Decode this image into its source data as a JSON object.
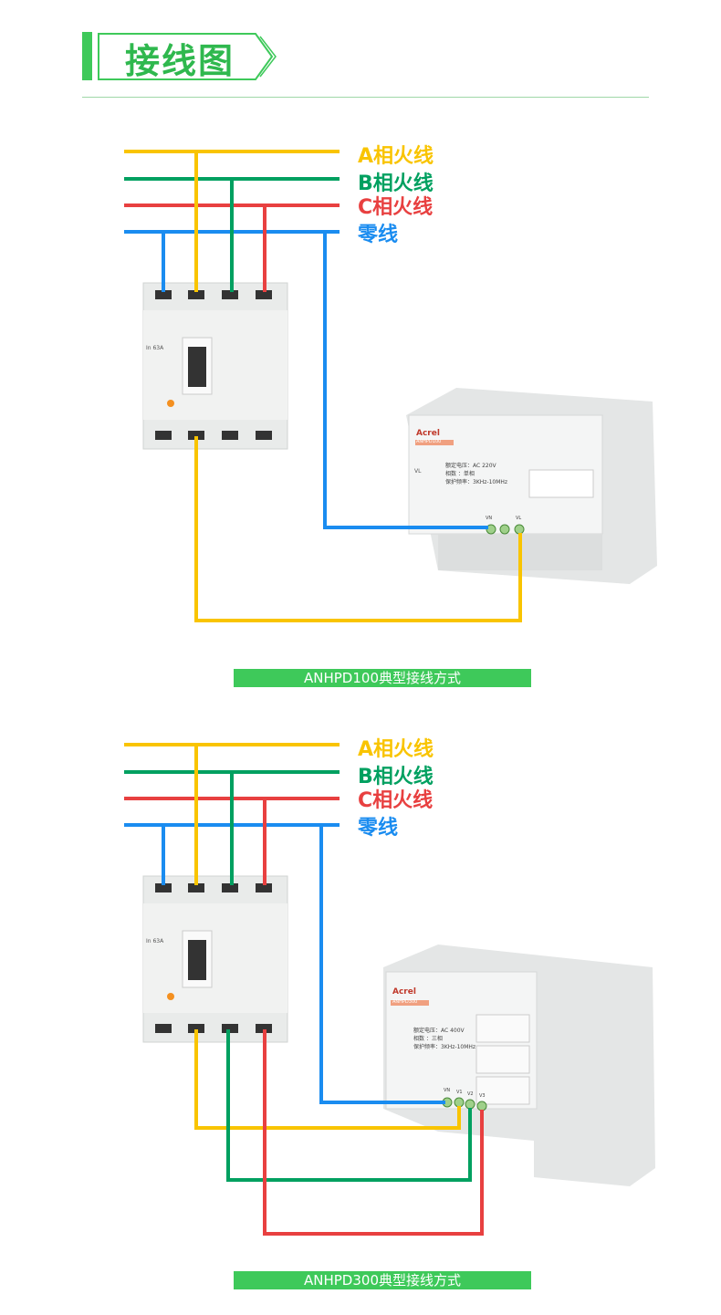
{
  "header": {
    "title": "接线图"
  },
  "colors": {
    "phase_a": "#f9c400",
    "phase_b": "#00a060",
    "phase_c": "#e84040",
    "neutral": "#1a8cf0",
    "accent": "#3ec95a"
  },
  "diagrams": [
    {
      "labels": {
        "a": "A相火线",
        "b": "B相火线",
        "c": "C相火线",
        "n": "零线"
      },
      "breaker": {
        "rating": "In 63A"
      },
      "device": {
        "brand": "Acrel",
        "model": "ANHPD100",
        "spec1": "额定电压：AC 220V",
        "spec2": "相数    ：单相",
        "spec3": "保护频率：3KHz-10MHz",
        "terminal_n": "VN",
        "terminal_l": "VL",
        "side": "VL"
      },
      "caption": "ANHPD100典型接线方式"
    },
    {
      "labels": {
        "a": "A相火线",
        "b": "B相火线",
        "c": "C相火线",
        "n": "零线"
      },
      "breaker": {
        "rating": "In 63A"
      },
      "device": {
        "brand": "Acrel",
        "model": "ANHPD300",
        "spec1": "额定电压：AC 400V",
        "spec2": "相数    ：三相",
        "spec3": "保护频率：3KHz-10MHz",
        "terminal_n": "VN",
        "terminal_1": "V1",
        "terminal_2": "V2",
        "terminal_3": "V3"
      },
      "caption": "ANHPD300典型接线方式"
    }
  ]
}
